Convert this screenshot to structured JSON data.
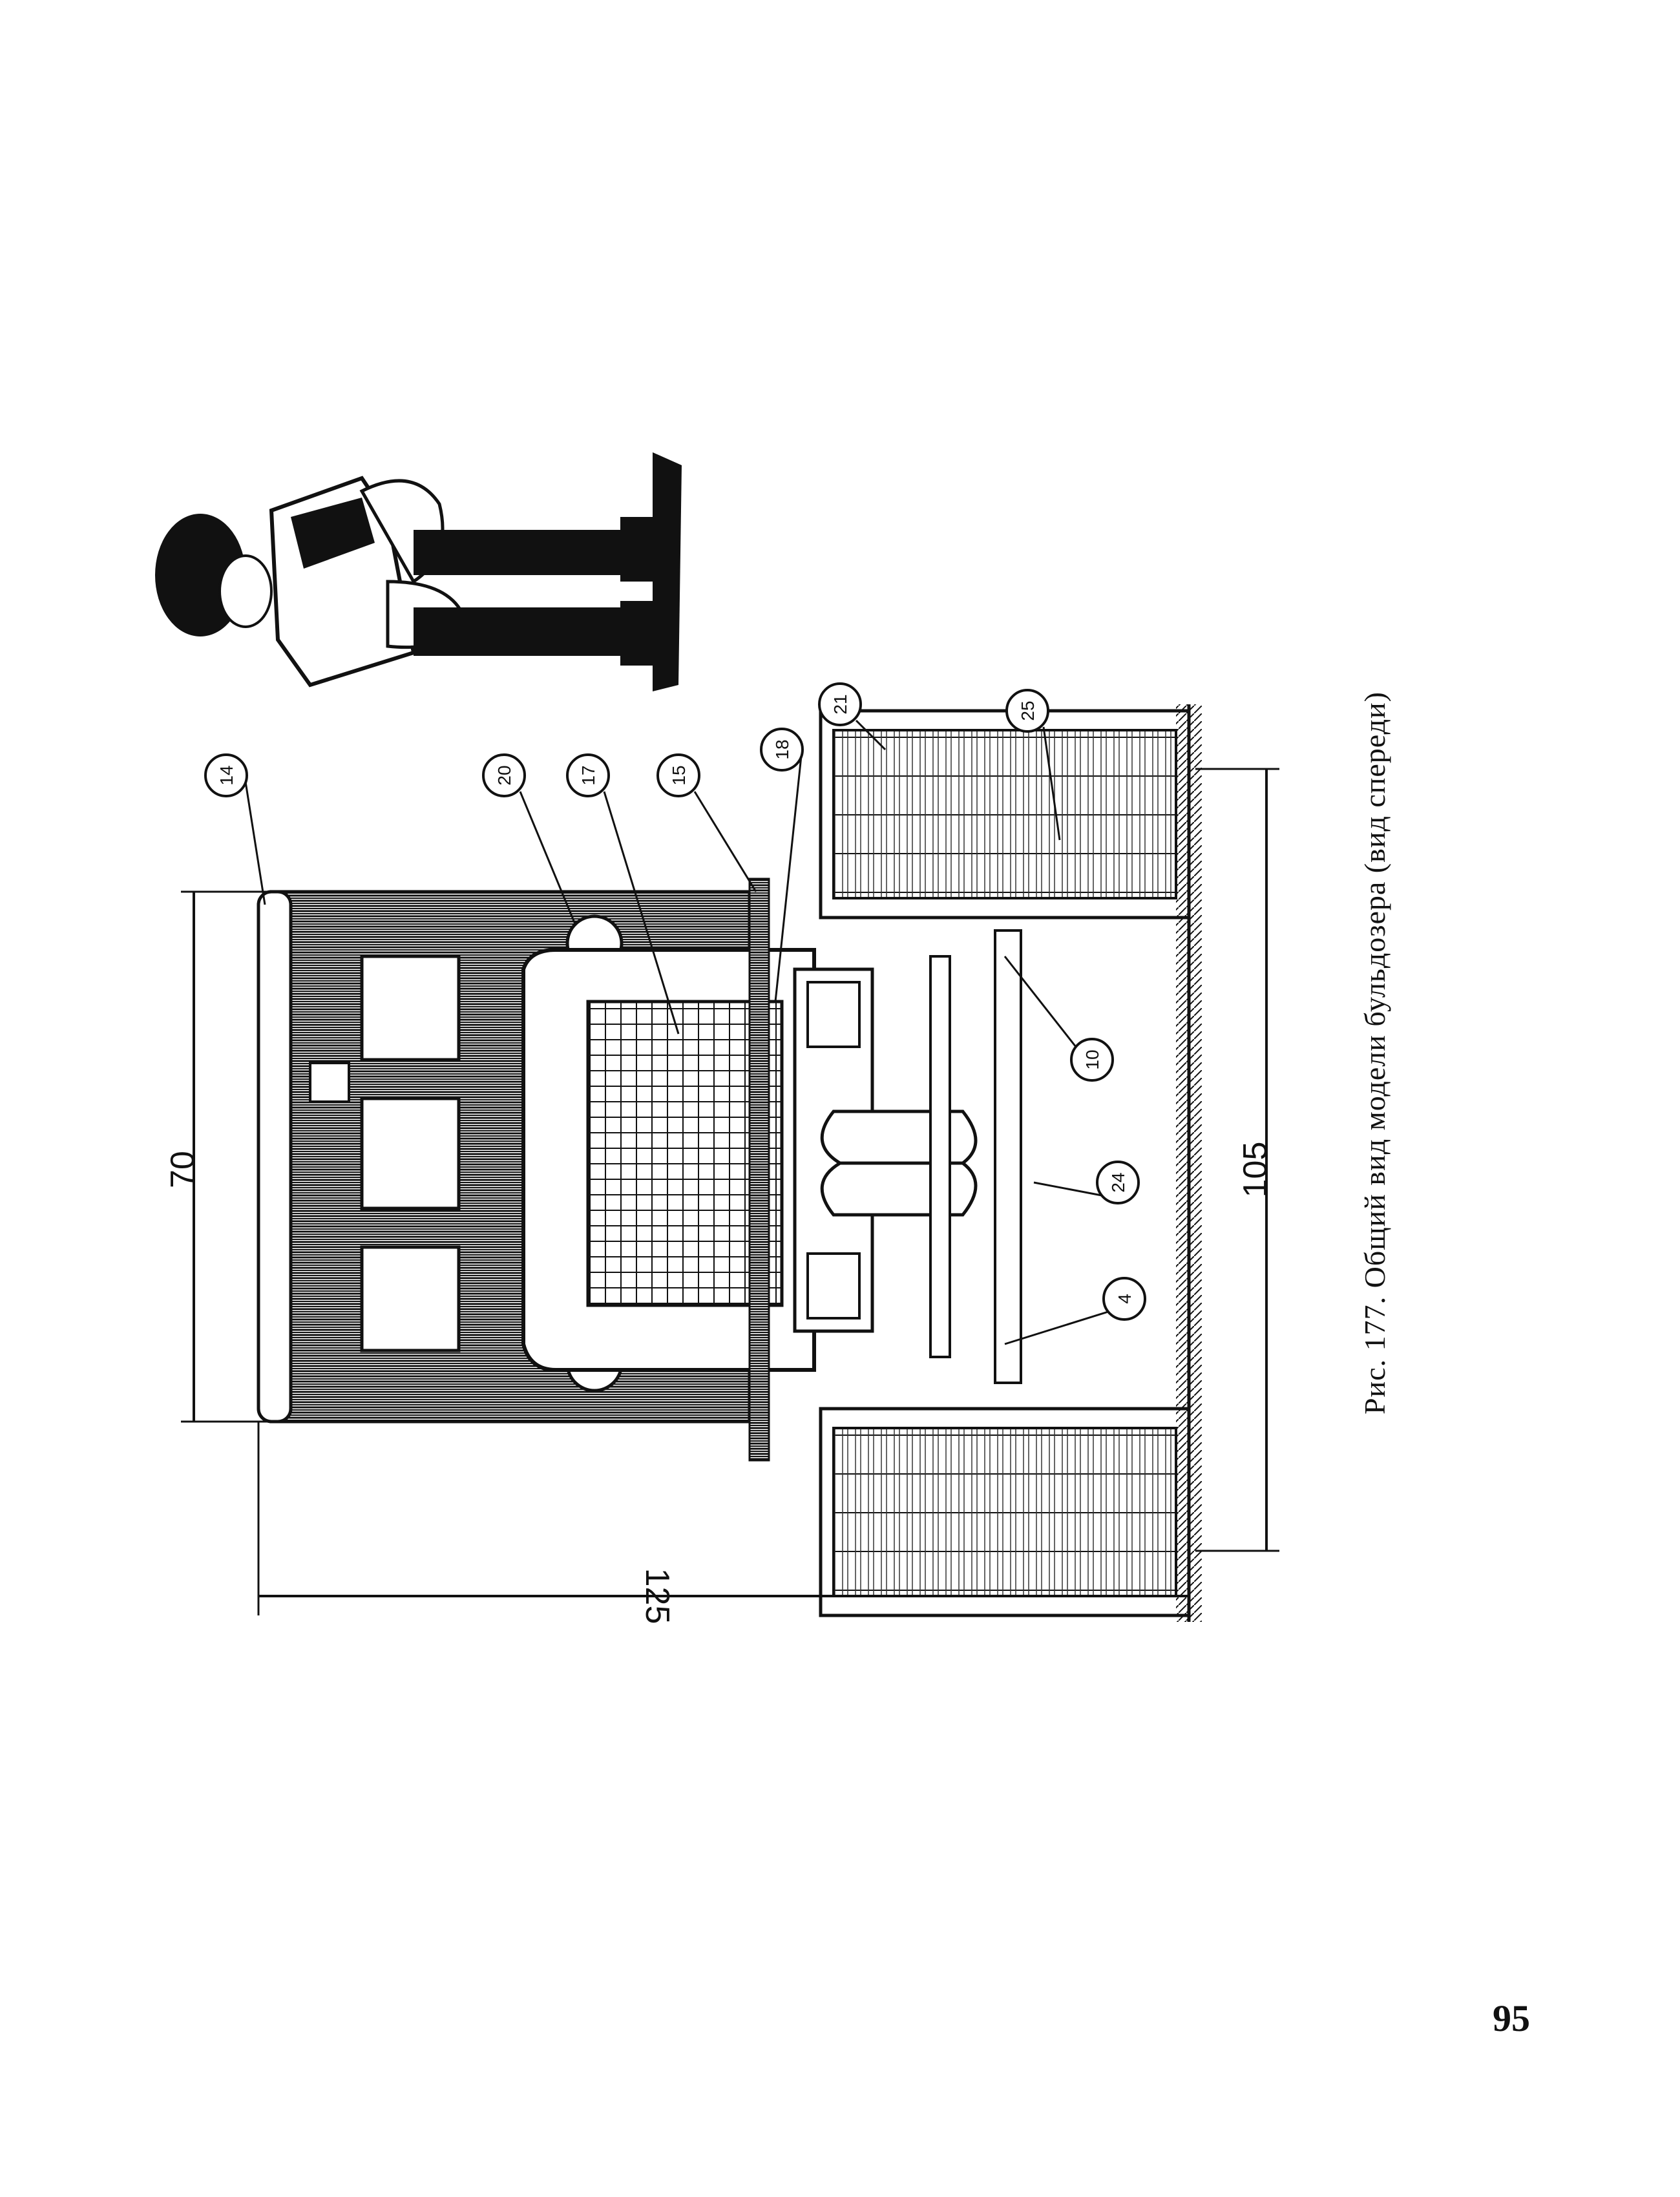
{
  "figure": {
    "caption": "Рис. 177. Общий вид модели бульдозера (вид спереди)",
    "dimensions": {
      "top": "70",
      "overall": "125",
      "bottom": "105"
    },
    "callouts": [
      "14",
      "20",
      "17",
      "15",
      "18",
      "21",
      "25",
      "10",
      "24",
      "4"
    ]
  },
  "page": {
    "number": "95"
  }
}
